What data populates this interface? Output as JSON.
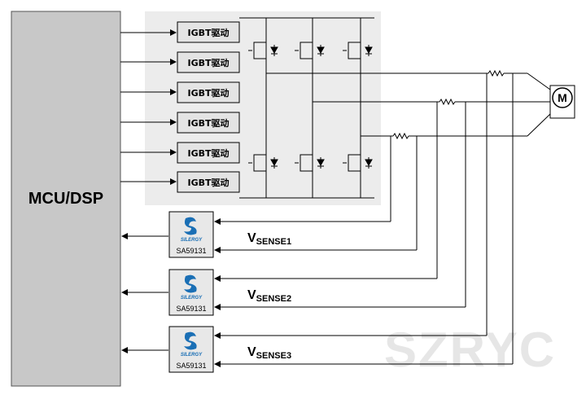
{
  "mcu": {
    "label": "MCU/DSP"
  },
  "drivers": [
    {
      "label": "IGBT驱动"
    },
    {
      "label": "IGBT驱动"
    },
    {
      "label": "IGBT驱动"
    },
    {
      "label": "IGBT驱动"
    },
    {
      "label": "IGBT驱动"
    },
    {
      "label": "IGBT驱动"
    }
  ],
  "sensors": [
    {
      "brand": "SILERGY",
      "part": "SA59131",
      "vsense_main": "V",
      "vsense_sub": "SENSE1"
    },
    {
      "brand": "SILERGY",
      "part": "SA59131",
      "vsense_main": "V",
      "vsense_sub": "SENSE2"
    },
    {
      "brand": "SILERGY",
      "part": "SA59131",
      "vsense_main": "V",
      "vsense_sub": "SENSE3"
    }
  ],
  "motor": {
    "label": "M"
  },
  "watermark": "SZRYC",
  "colors": {
    "mcu_fill": "#c8c8c8",
    "bridge_fill": "#ececec",
    "logo_blue": "#1a6fb5",
    "line": "#000000"
  }
}
